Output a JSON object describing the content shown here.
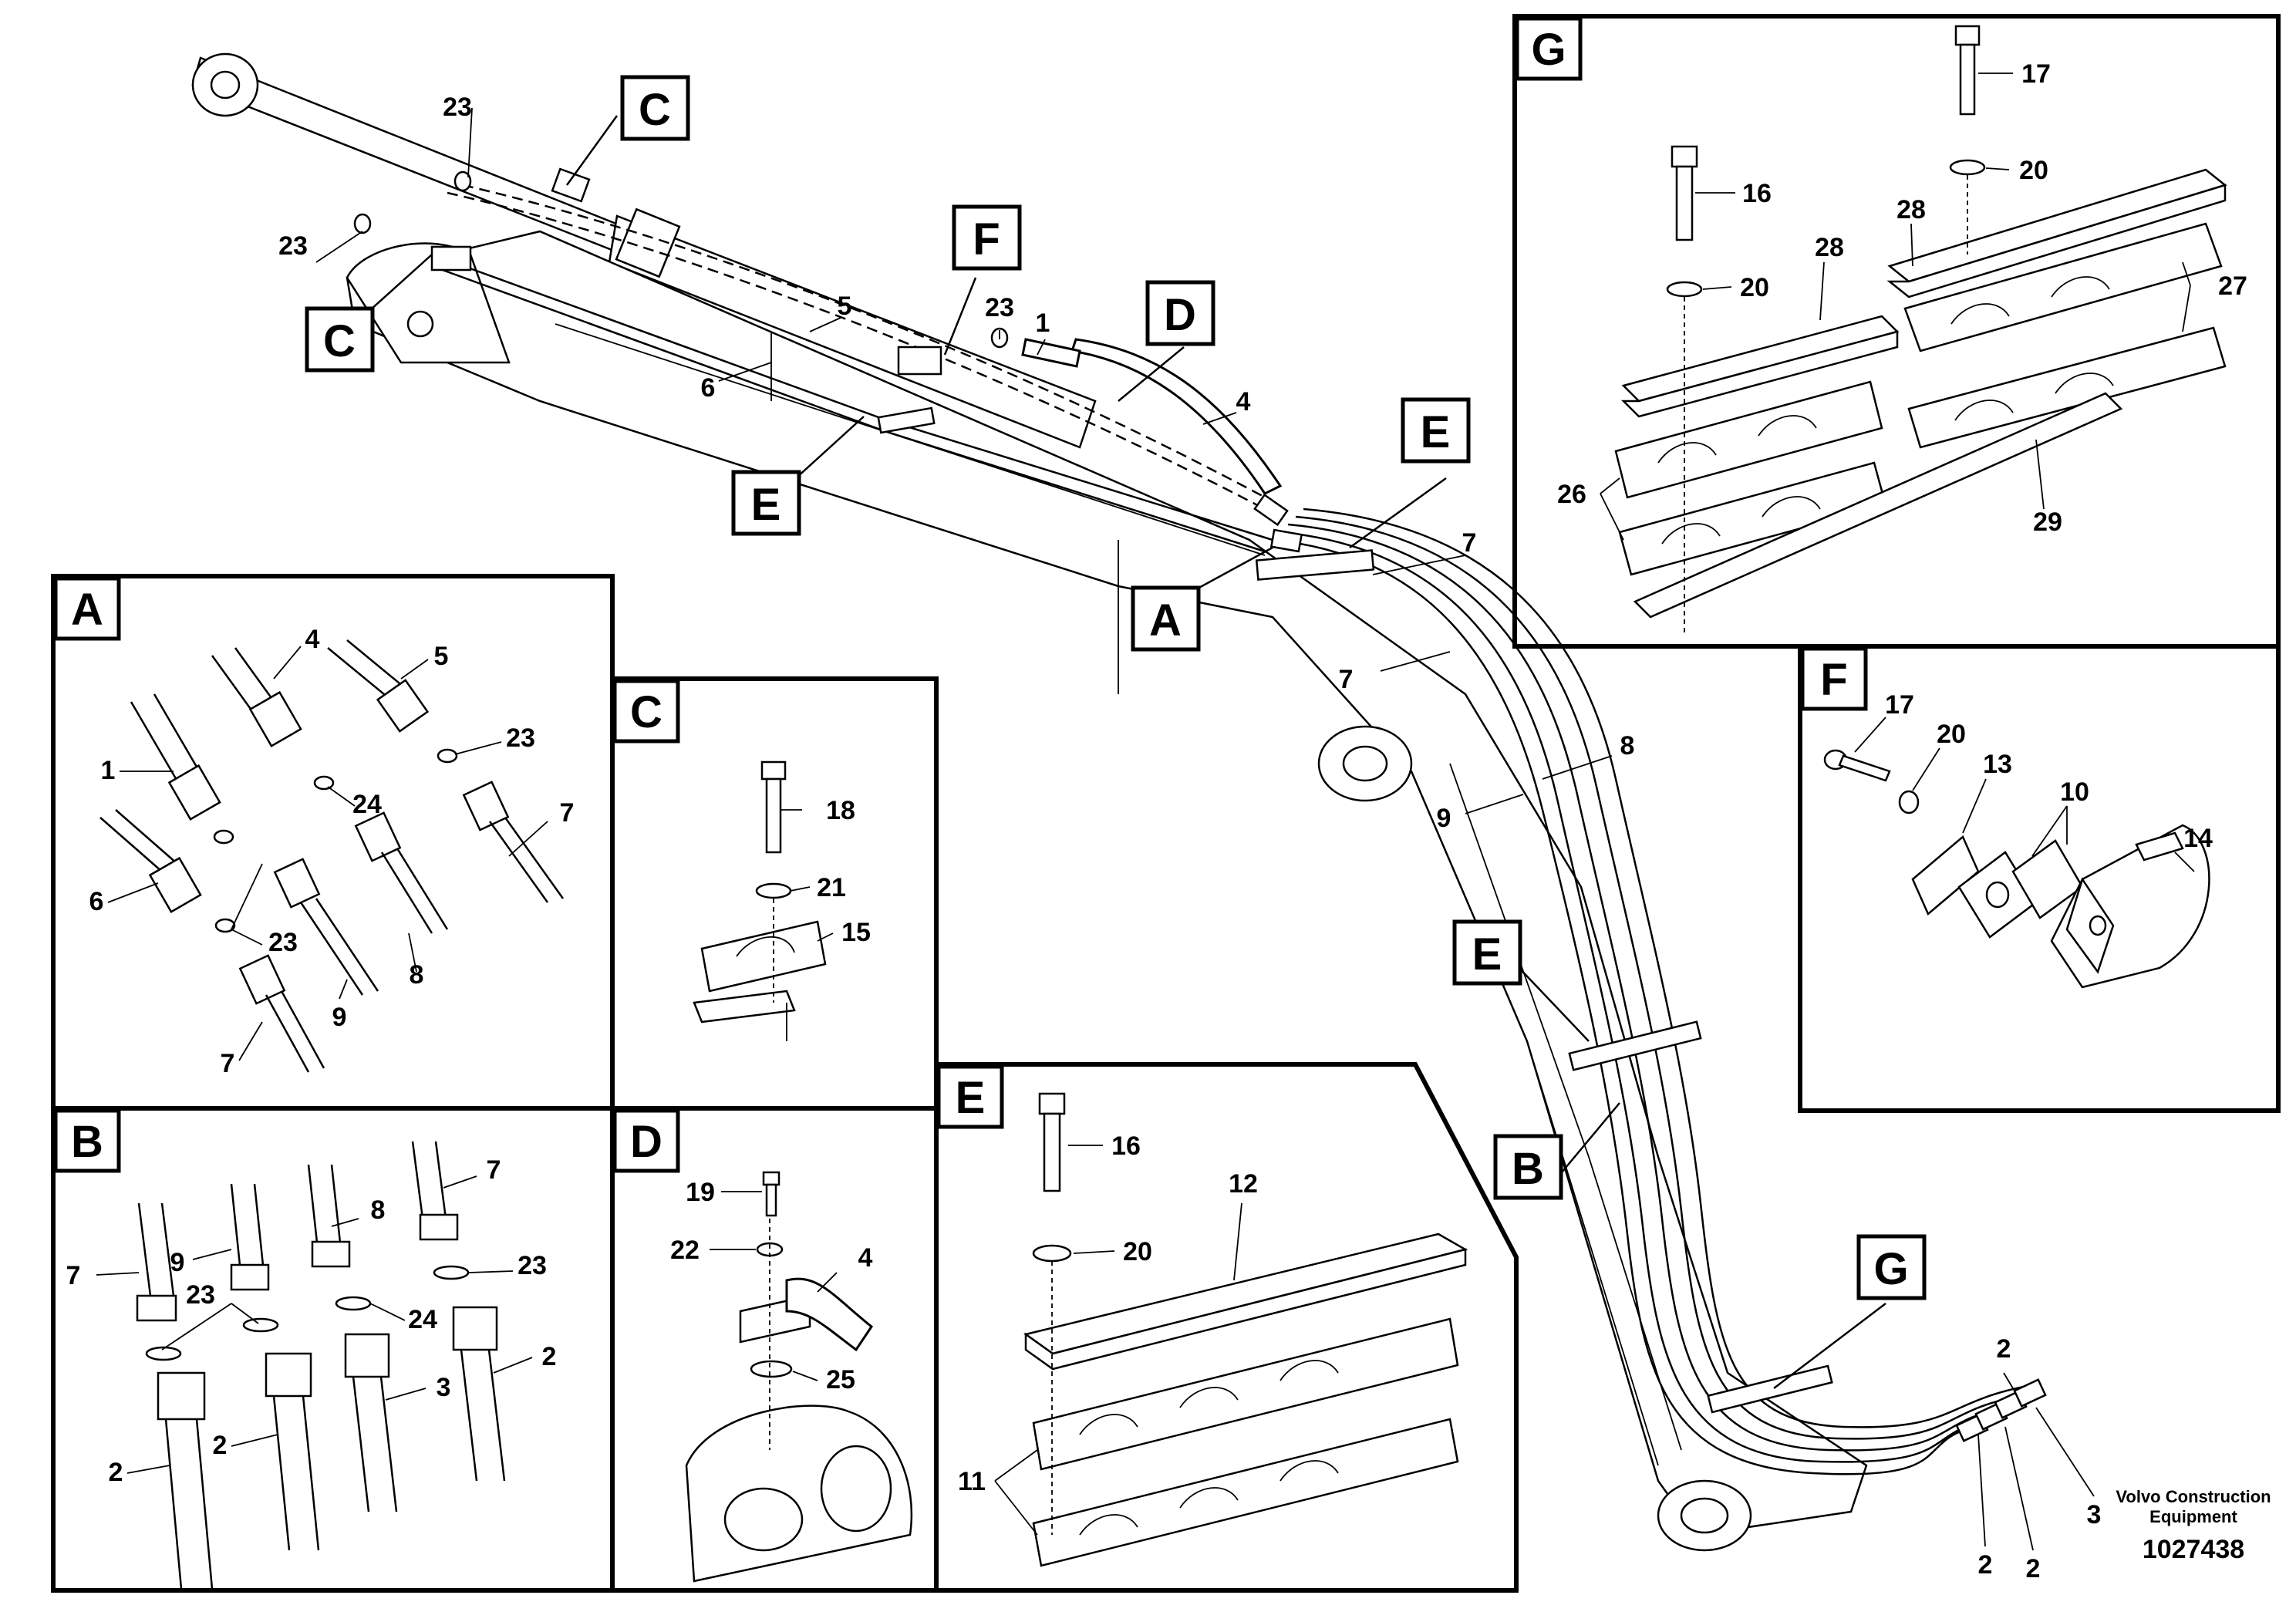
{
  "callouts": {
    "A": "A",
    "B": "B",
    "C": "C",
    "D": "D",
    "E": "E",
    "F": "F",
    "G": "G"
  },
  "numbers": {
    "n1": "1",
    "n2": "2",
    "n3": "3",
    "n4": "4",
    "n5": "5",
    "n6": "6",
    "n7": "7",
    "n8": "8",
    "n9": "9",
    "n10": "10",
    "n11": "11",
    "n12": "12",
    "n13": "13",
    "n14": "14",
    "n15": "15",
    "n16": "16",
    "n17": "17",
    "n18": "18",
    "n19": "19",
    "n20": "20",
    "n21": "21",
    "n22": "22",
    "n23": "23",
    "n24": "24",
    "n25": "25",
    "n26": "26",
    "n27": "27",
    "n28": "28",
    "n29": "29"
  },
  "brand": {
    "line1": "Volvo Construction",
    "line2": "Equipment",
    "drawing_number": "1027438"
  }
}
